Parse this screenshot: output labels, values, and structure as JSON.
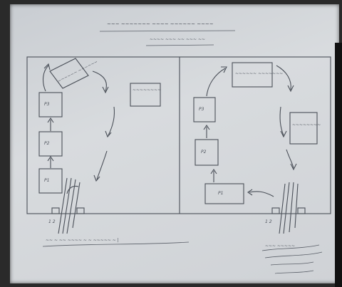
{
  "header": {
    "title": "~~~ ~~~~~~~ ~~~~ ~~~~~~ ~~~~",
    "subtitle": "~~~~ ~~~ ~~ ~~~ ~~"
  },
  "left_diagram": {
    "boxes": [
      "P3",
      "P2",
      "P1"
    ],
    "tilted_box": "~~~~~~ ~~~~~~",
    "side_box": "~~~~~~~~",
    "gate": "1 2"
  },
  "right_diagram": {
    "boxes": [
      "P3",
      "P2",
      "P1"
    ],
    "top_box": "~~~~~~ ~~~~~~~",
    "side_box": "~~~~~~~~",
    "gate": "1 2"
  },
  "footer": {
    "note": "~~ ~ ~~ ~~~~ ~ ~ ~~~~~ ~ |",
    "signature": "~~~ ~~~~~"
  }
}
